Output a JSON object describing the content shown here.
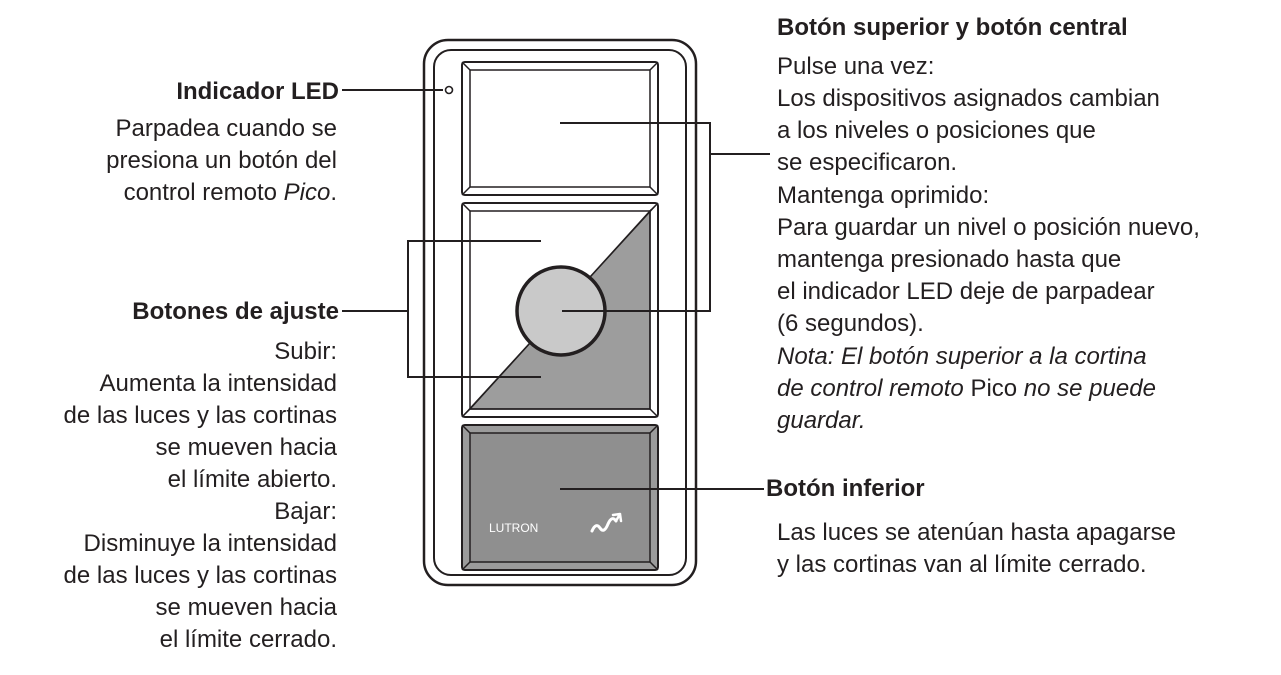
{
  "left": {
    "led": {
      "title": "Indicador LED",
      "line1": "Parpadea cuando se",
      "line2": "presiona un botón del",
      "line3_prefix": "control remoto ",
      "line3_italic": "Pico",
      "line3_suffix": "."
    },
    "adjust": {
      "title": "Botones de ajuste",
      "raise_label": "Subir:",
      "raise_lines": [
        "Aumenta la intensidad",
        "de las luces y las cortinas",
        "se mueven hacia",
        "el límite abierto."
      ],
      "lower_label": "Bajar:",
      "lower_lines": [
        "Disminuye la intensidad",
        "de las luces y las cortinas",
        "se mueven hacia",
        "el límite cerrado."
      ]
    }
  },
  "right": {
    "top": {
      "title": "Botón superior y botón central",
      "press_label": "Pulse una vez:",
      "press_lines": [
        "Los dispositivos asignados cambian",
        "a los niveles o posiciones que",
        "se especificaron."
      ],
      "hold_label": "Mantenga oprimido:",
      "hold_lines": [
        "Para guardar un nivel o posición nuevo,",
        "mantenga presionado hasta que",
        "el indicador LED deje de parpadear",
        "(6 segundos)."
      ],
      "note_line1": "Nota: El botón superior a la cortina",
      "note_line2_italic": "de control remoto ",
      "note_line2_plain": "Pico",
      "note_line2_italic2": " no se puede",
      "note_line3": "guardar."
    },
    "bottom": {
      "title": "Botón inferior",
      "lines": [
        "Las luces se atenúan hasta apagarse",
        "y las cortinas van al límite cerrado."
      ]
    }
  },
  "device": {
    "brand": "LUTRON",
    "colors": {
      "stroke": "#231f20",
      "lower_fill": "#9d9d9d",
      "bottom_button": "#9b9b9b",
      "center_button": "#c9c9c9"
    }
  }
}
